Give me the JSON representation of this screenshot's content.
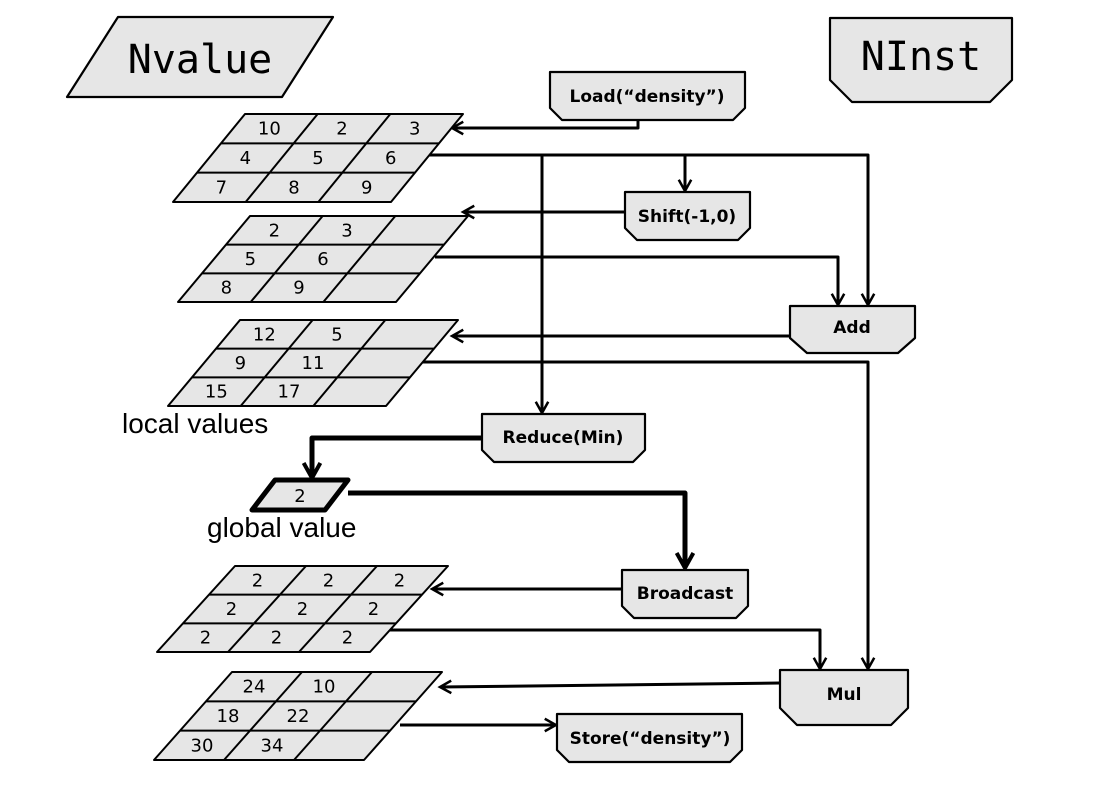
{
  "legend": {
    "value_label": "Nvalue",
    "inst_label": "NInst"
  },
  "instructions": {
    "load": "Load(“density”)",
    "shift": "Shift(-1,0)",
    "add": "Add",
    "reduce": "Reduce(Min)",
    "broadcast": "Broadcast",
    "mul": "Mul",
    "store": "Store(“density”)"
  },
  "grids": {
    "density": [
      [
        "10",
        "2",
        "3"
      ],
      [
        "4",
        "5",
        "6"
      ],
      [
        "7",
        "8",
        "9"
      ]
    ],
    "shifted": [
      [
        "2",
        "3",
        ""
      ],
      [
        "5",
        "6",
        ""
      ],
      [
        "8",
        "9",
        ""
      ]
    ],
    "sum": [
      [
        "12",
        "5",
        ""
      ],
      [
        "9",
        "11",
        ""
      ],
      [
        "15",
        "17",
        ""
      ]
    ],
    "broadcast": [
      [
        "2",
        "2",
        "2"
      ],
      [
        "2",
        "2",
        "2"
      ],
      [
        "2",
        "2",
        "2"
      ]
    ],
    "product": [
      [
        "24",
        "10",
        ""
      ],
      [
        "18",
        "22",
        ""
      ],
      [
        "30",
        "34",
        ""
      ]
    ]
  },
  "global": {
    "value": "2"
  },
  "captions": {
    "local": "local values",
    "global": "global value"
  }
}
